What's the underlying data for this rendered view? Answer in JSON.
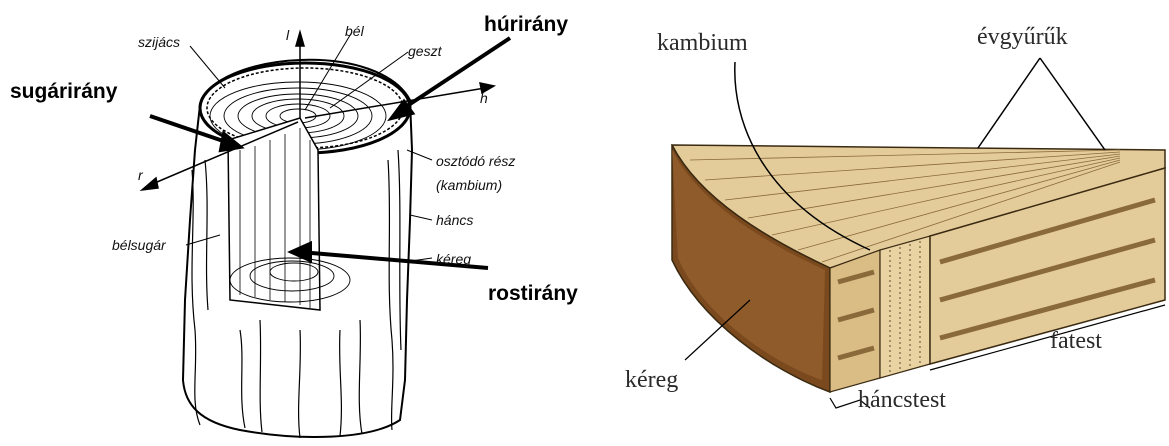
{
  "left_diagram": {
    "labels": {
      "szijacs": "szijács",
      "l": "l",
      "bel": "bél",
      "geszt": "geszt",
      "h": "h",
      "r": "r",
      "oszto_1": "osztódó rész",
      "oszto_2": "(kambium)",
      "hancs": "háncs",
      "belsugar": "bélsugár",
      "kereg": "kéreg"
    },
    "directions": {
      "huri": "húrirány",
      "sugari": "sugárirány",
      "rosti": "rostirány"
    }
  },
  "right_diagram": {
    "labels": {
      "kambium": "kambium",
      "evgyuruk": "évgyűrűk",
      "kereg": "kéreg",
      "hancstest": "háncstest",
      "fatest": "fatest"
    }
  },
  "colors": {
    "bark_dark": "#6b3f17",
    "bark_light": "#9a6330",
    "wood": "#e4cc9a",
    "wood_dark": "#c9a86c",
    "line": "#000000"
  }
}
